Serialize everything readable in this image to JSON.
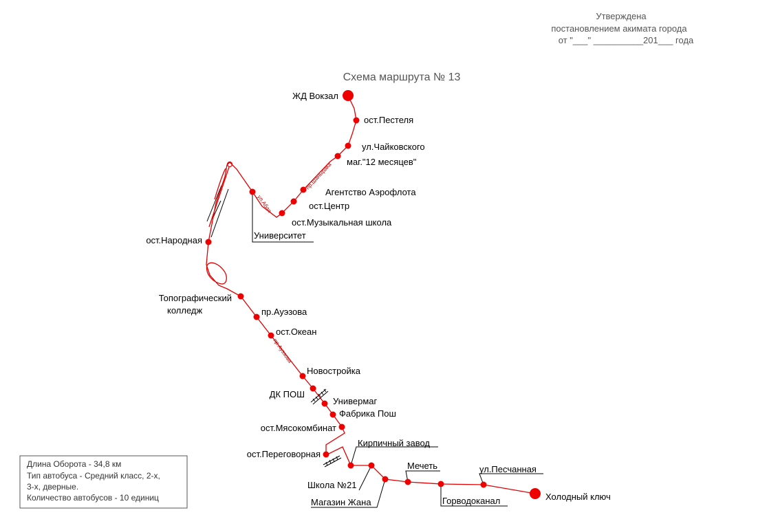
{
  "header": {
    "approved": "Утверждена",
    "decree": "постановлением акимата города",
    "date_line": "от  \"___\" __________201___ года"
  },
  "title": "Схема маршрута № 13",
  "route_labels": {
    "shanyrak": "пр.Шанырака",
    "abaya": "ул.Абая",
    "auezova": "пр.Ауэзова"
  },
  "stops": [
    "ЖД Вокзал",
    "ост.Пестеля",
    "ул.Чайковского",
    "маг.\"12 месяцев\"",
    "Агентство Аэрофлота",
    "ост.Центр",
    "ост.Музыкальная школа",
    "Университет",
    "ост.Народная",
    "Топографический",
    "колледж",
    "пр.Ауэзова",
    "ост.Океан",
    "Новостройка",
    "ДК ПОШ",
    "Универмаг",
    "Фабрика Пош",
    "ост.Мясокомбинат",
    "Кирпичный завод",
    "ост.Переговорная",
    "Мечеть",
    "ул.Песчанная",
    "Школа №21",
    "Холодный ключ",
    "Магазин Жана",
    "Горводоканал"
  ],
  "info": {
    "length": "Длина Оборота - 34,8 км",
    "bus_type_1": "Тип автобуса - Средний класс, 2-х,",
    "bus_type_2": "3-х, дверные.",
    "bus_count": "Количество автобусов - 10 единиц"
  },
  "colors": {
    "route": "#e00000",
    "stop": "#ee0000"
  }
}
